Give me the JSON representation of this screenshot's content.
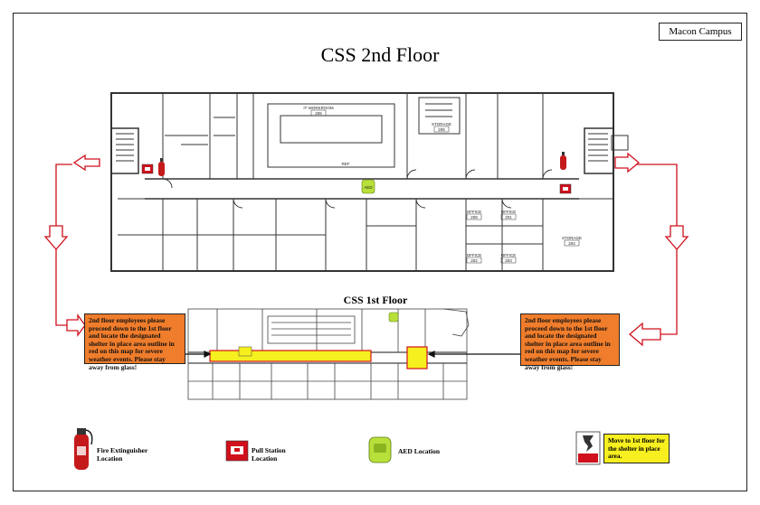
{
  "campus_label": "Macon Campus",
  "floor2_title": "CSS 2nd Floor",
  "floor1_title": "CSS 1st Floor",
  "room_labels": {
    "it_workroom": "IT WORKROOM",
    "it_workroom_num": "206",
    "storage_top": "STORAGE",
    "storage_top_num": "205",
    "office_208": "OFFICE",
    "office_208_num": "208",
    "office_201": "OFFICE",
    "office_201_num": "201",
    "office_202": "OFFICE",
    "office_202_num": "202",
    "office_203": "OFFICE",
    "office_203_num": "203",
    "storage_right": "STORAGE",
    "storage_right_num": "204",
    "ref": "REF",
    "aed": "AED"
  },
  "instructions": {
    "left": "2nd floor employees please proceed down to the 1st floor and locate the designated shelter in place area outline in red on this map for severe weather events. Please stay away from glass!",
    "right": "2nd floor employees please proceed down to the 1st floor and locate the designated shelter in place area outline in red on this map for severe weather events. Please stay away from glass!"
  },
  "legend": {
    "fire_extinguisher": "Fire Extinguisher Location",
    "pull_station": "Pull Station Location",
    "aed": "AED Location",
    "shelter": "Move to 1st floor for the shelter in place area."
  },
  "colors": {
    "arrow": "#d0101c",
    "note_bg": "#f07d2b",
    "shelter_highlight": "#f5f01e",
    "shelter_note_bg": "#f7ef1f",
    "aed": "#b8e03a"
  }
}
